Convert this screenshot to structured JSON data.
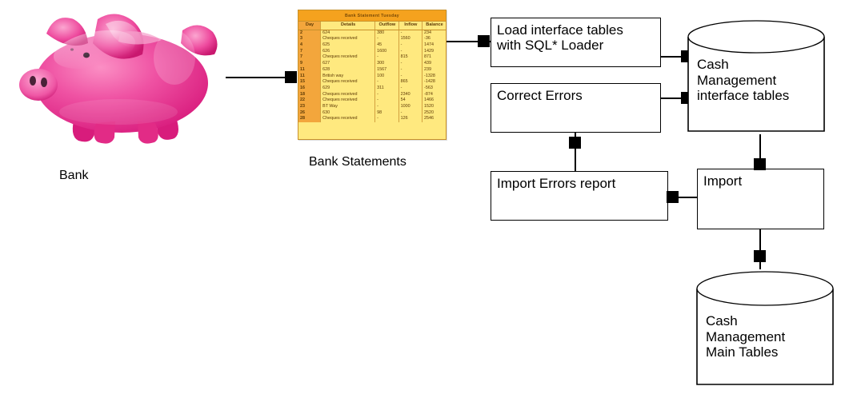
{
  "diagram": {
    "title": "Cash Management bank statement load and import flow",
    "captions": {
      "bank": "Bank",
      "bank_statements": "Bank Statements"
    },
    "nodes": {
      "load_interface": "Load interface tables\nwith SQL* Loader",
      "correct_errors": "Correct Errors",
      "import_errors_report": "Import Errors report",
      "import": "Import"
    },
    "datastores": {
      "interface_tables": "Cash\nManagement\ninterface tables",
      "main_tables": "Cash\nManagement\nMain Tables"
    },
    "icons": {
      "piggy_bank": "piggy-bank-icon",
      "statement_sheet": "bank-statement-icon",
      "cylinder": "database-cylinder-icon",
      "connector": "connector-square-icon"
    },
    "colors": {
      "piggy_pink": "#e8459a",
      "piggy_light": "#f58fc2",
      "statement_header": "#f5a21e",
      "statement_body": "#ffe97f",
      "stroke": "#000000"
    }
  },
  "statement": {
    "title": "Bank Statement   Tuesday",
    "columns": [
      "Day",
      "Details",
      "Outflow",
      "Inflow",
      "Balance"
    ],
    "rows": [
      [
        "2",
        "624",
        "380",
        "-",
        "234"
      ],
      [
        "3",
        "Cheques received",
        "-",
        "1560",
        "-36"
      ],
      [
        "4",
        "625",
        "45",
        "-",
        "1474"
      ],
      [
        "7",
        "626",
        "1600",
        "-",
        "1429"
      ],
      [
        "7",
        "Cheques received",
        "-",
        "815",
        "871"
      ],
      [
        "9",
        "627",
        "300",
        "-",
        "439"
      ],
      [
        "11",
        "628",
        "1567",
        "-",
        "239"
      ],
      [
        "11",
        "British way",
        "100",
        "-",
        "-1328"
      ],
      [
        "15",
        "Cheques received",
        "-",
        "865",
        "-1428"
      ],
      [
        "16",
        "629",
        "311",
        "-",
        "-563"
      ],
      [
        "18",
        "Cheques received",
        "-",
        "2340",
        "-874"
      ],
      [
        "22",
        "Cheques received",
        "-",
        "54",
        "1466"
      ],
      [
        "23",
        "BT Way",
        "-",
        "1000",
        "1520"
      ],
      [
        "26",
        "630",
        "98",
        "-",
        "2520"
      ],
      [
        "28",
        "Cheques received",
        "-",
        "126",
        "2546"
      ]
    ]
  }
}
